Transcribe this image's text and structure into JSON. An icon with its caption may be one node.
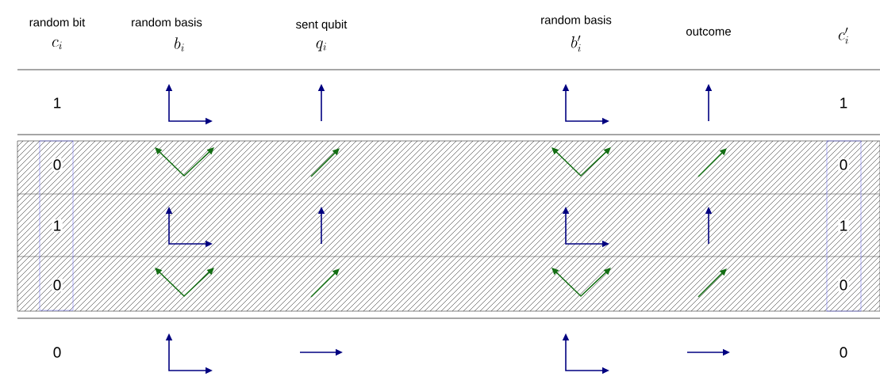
{
  "diagram": {
    "labels": [
      "random bit",
      "c_i",
      "random basis",
      "b_i",
      "sent qubit",
      "q_i",
      "random basis",
      "b'_i",
      "outcome",
      "c'_i",
      "1",
      "1",
      "0",
      "0",
      "1",
      "1",
      "0",
      "0",
      "0",
      "0"
    ]
  }
}
